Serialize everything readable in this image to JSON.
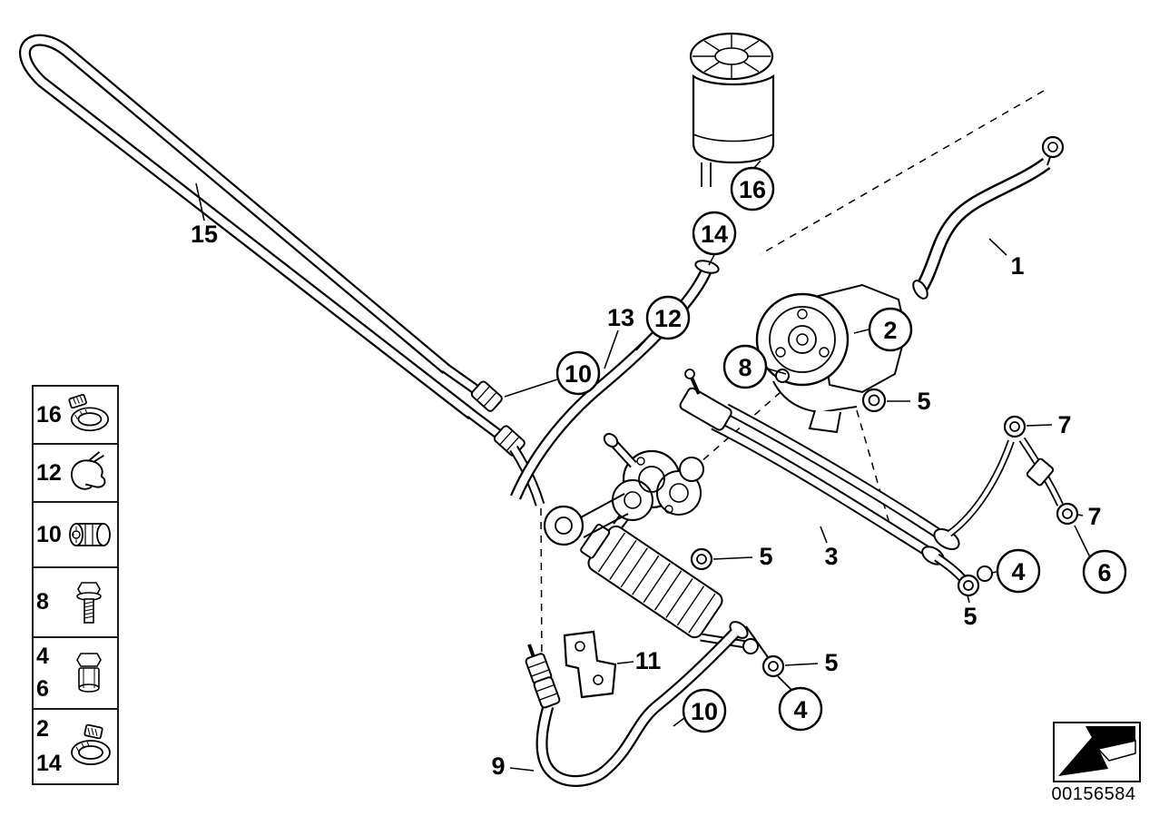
{
  "colors": {
    "background": "#ffffff",
    "line": "#000000"
  },
  "diagram_number": "00156584",
  "callouts": {
    "plain": [
      {
        "label": "15"
      },
      {
        "label": "1"
      },
      {
        "label": "13"
      },
      {
        "label": "5"
      },
      {
        "label": "7"
      },
      {
        "label": "7"
      },
      {
        "label": "3"
      },
      {
        "label": "5"
      },
      {
        "label": "5"
      },
      {
        "label": "11"
      },
      {
        "label": "5"
      },
      {
        "label": "9"
      }
    ],
    "circled": [
      {
        "label": "14"
      },
      {
        "label": "16"
      },
      {
        "label": "12"
      },
      {
        "label": "2"
      },
      {
        "label": "10"
      },
      {
        "label": "8"
      },
      {
        "label": "4"
      },
      {
        "label": "6"
      },
      {
        "label": "10"
      },
      {
        "label": "4"
      }
    ]
  },
  "legend": {
    "rows": [
      {
        "numbers": [
          "16"
        ],
        "icon": "hose-clamp-icon"
      },
      {
        "numbers": [
          "12"
        ],
        "icon": "retaining-clip-icon"
      },
      {
        "numbers": [
          "10"
        ],
        "icon": "rubber-sleeve-icon"
      },
      {
        "numbers": [
          "8"
        ],
        "icon": "hex-screw-icon"
      },
      {
        "numbers": [
          "4",
          "6"
        ],
        "icon": "banjo-bolt-icon"
      },
      {
        "numbers": [
          "2",
          "14"
        ],
        "icon": "hose-clamp-icon"
      }
    ]
  },
  "footer": {
    "direction_icon": "direction-of-travel-arrow-icon"
  }
}
